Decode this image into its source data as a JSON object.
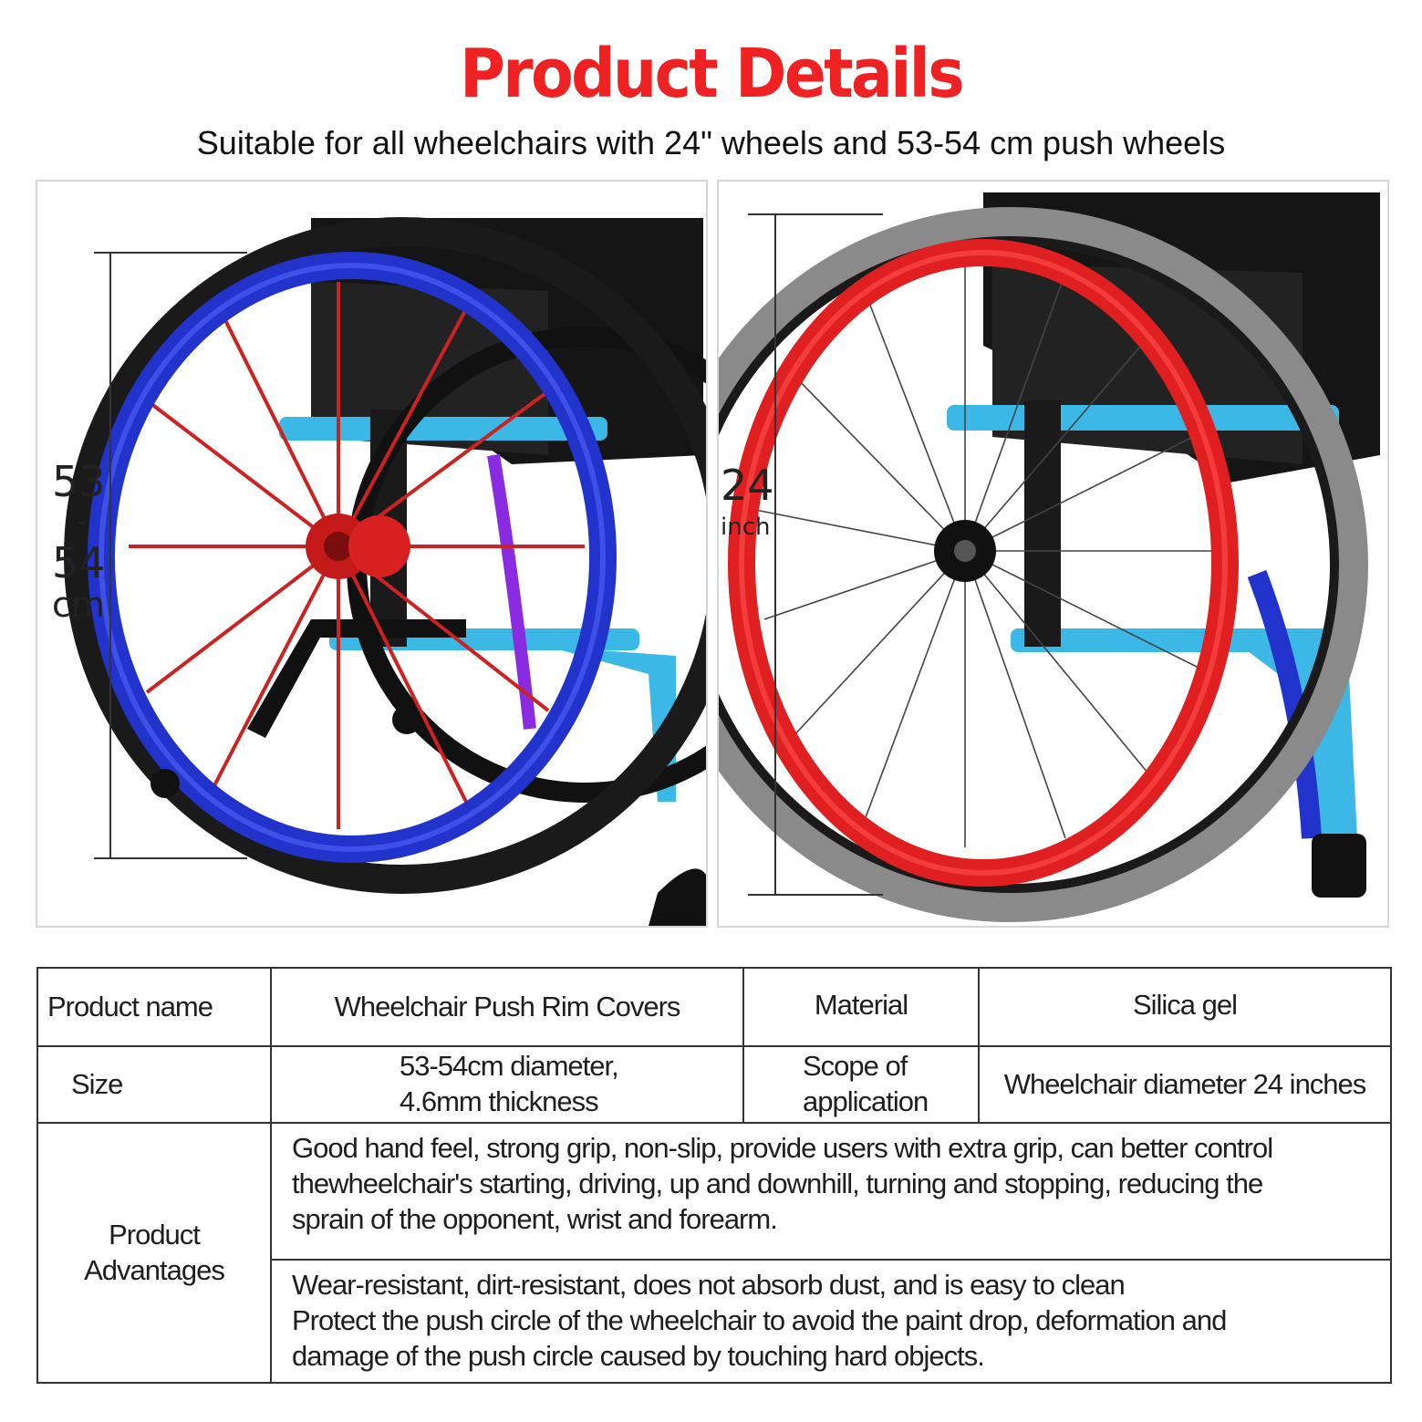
{
  "header": {
    "title": "Product Details",
    "subtitle": "Suitable for all wheelchairs with 24\" wheels and 53-54 cm push wheels",
    "title_color": "#ee2222"
  },
  "images": {
    "left": {
      "dim_top": "53",
      "dim_sep": "-",
      "dim_bottom": "54",
      "dim_unit": "cm",
      "rim_color": "#2233cc",
      "spoke_color": "#cc2222"
    },
    "right": {
      "dim_num": "24",
      "dim_unit": "inch",
      "rim_color": "#e02020",
      "tire_color": "#8a8a8a"
    }
  },
  "table": {
    "row1": {
      "label": "Product name",
      "value": "Wheelchair Push Rim Covers",
      "label2": "Material",
      "value2": "Silica gel"
    },
    "row2": {
      "label": "Size",
      "value_line1": "53-54cm diameter,",
      "value_line2": "4.6mm thickness",
      "label2_line1": "Scope of",
      "label2_line2": "application",
      "value2": "Wheelchair diameter 24 inches"
    },
    "row3": {
      "label_line1": "Product",
      "label_line2": "Advantages",
      "adv1": [
        "Good hand feel, strong grip, non-slip, provide users with extra grip, can better control",
        "thewheelchair's starting, driving, up and downhill, turning and stopping, reducing the",
        "sprain of the opponent, wrist and forearm."
      ],
      "adv2": [
        "Wear-resistant, dirt-resistant, does not absorb dust, and is easy to clean",
        "Protect the push circle of the wheelchair to avoid the paint drop, deformation and",
        "damage of the push circle caused by touching hard objects."
      ]
    }
  }
}
